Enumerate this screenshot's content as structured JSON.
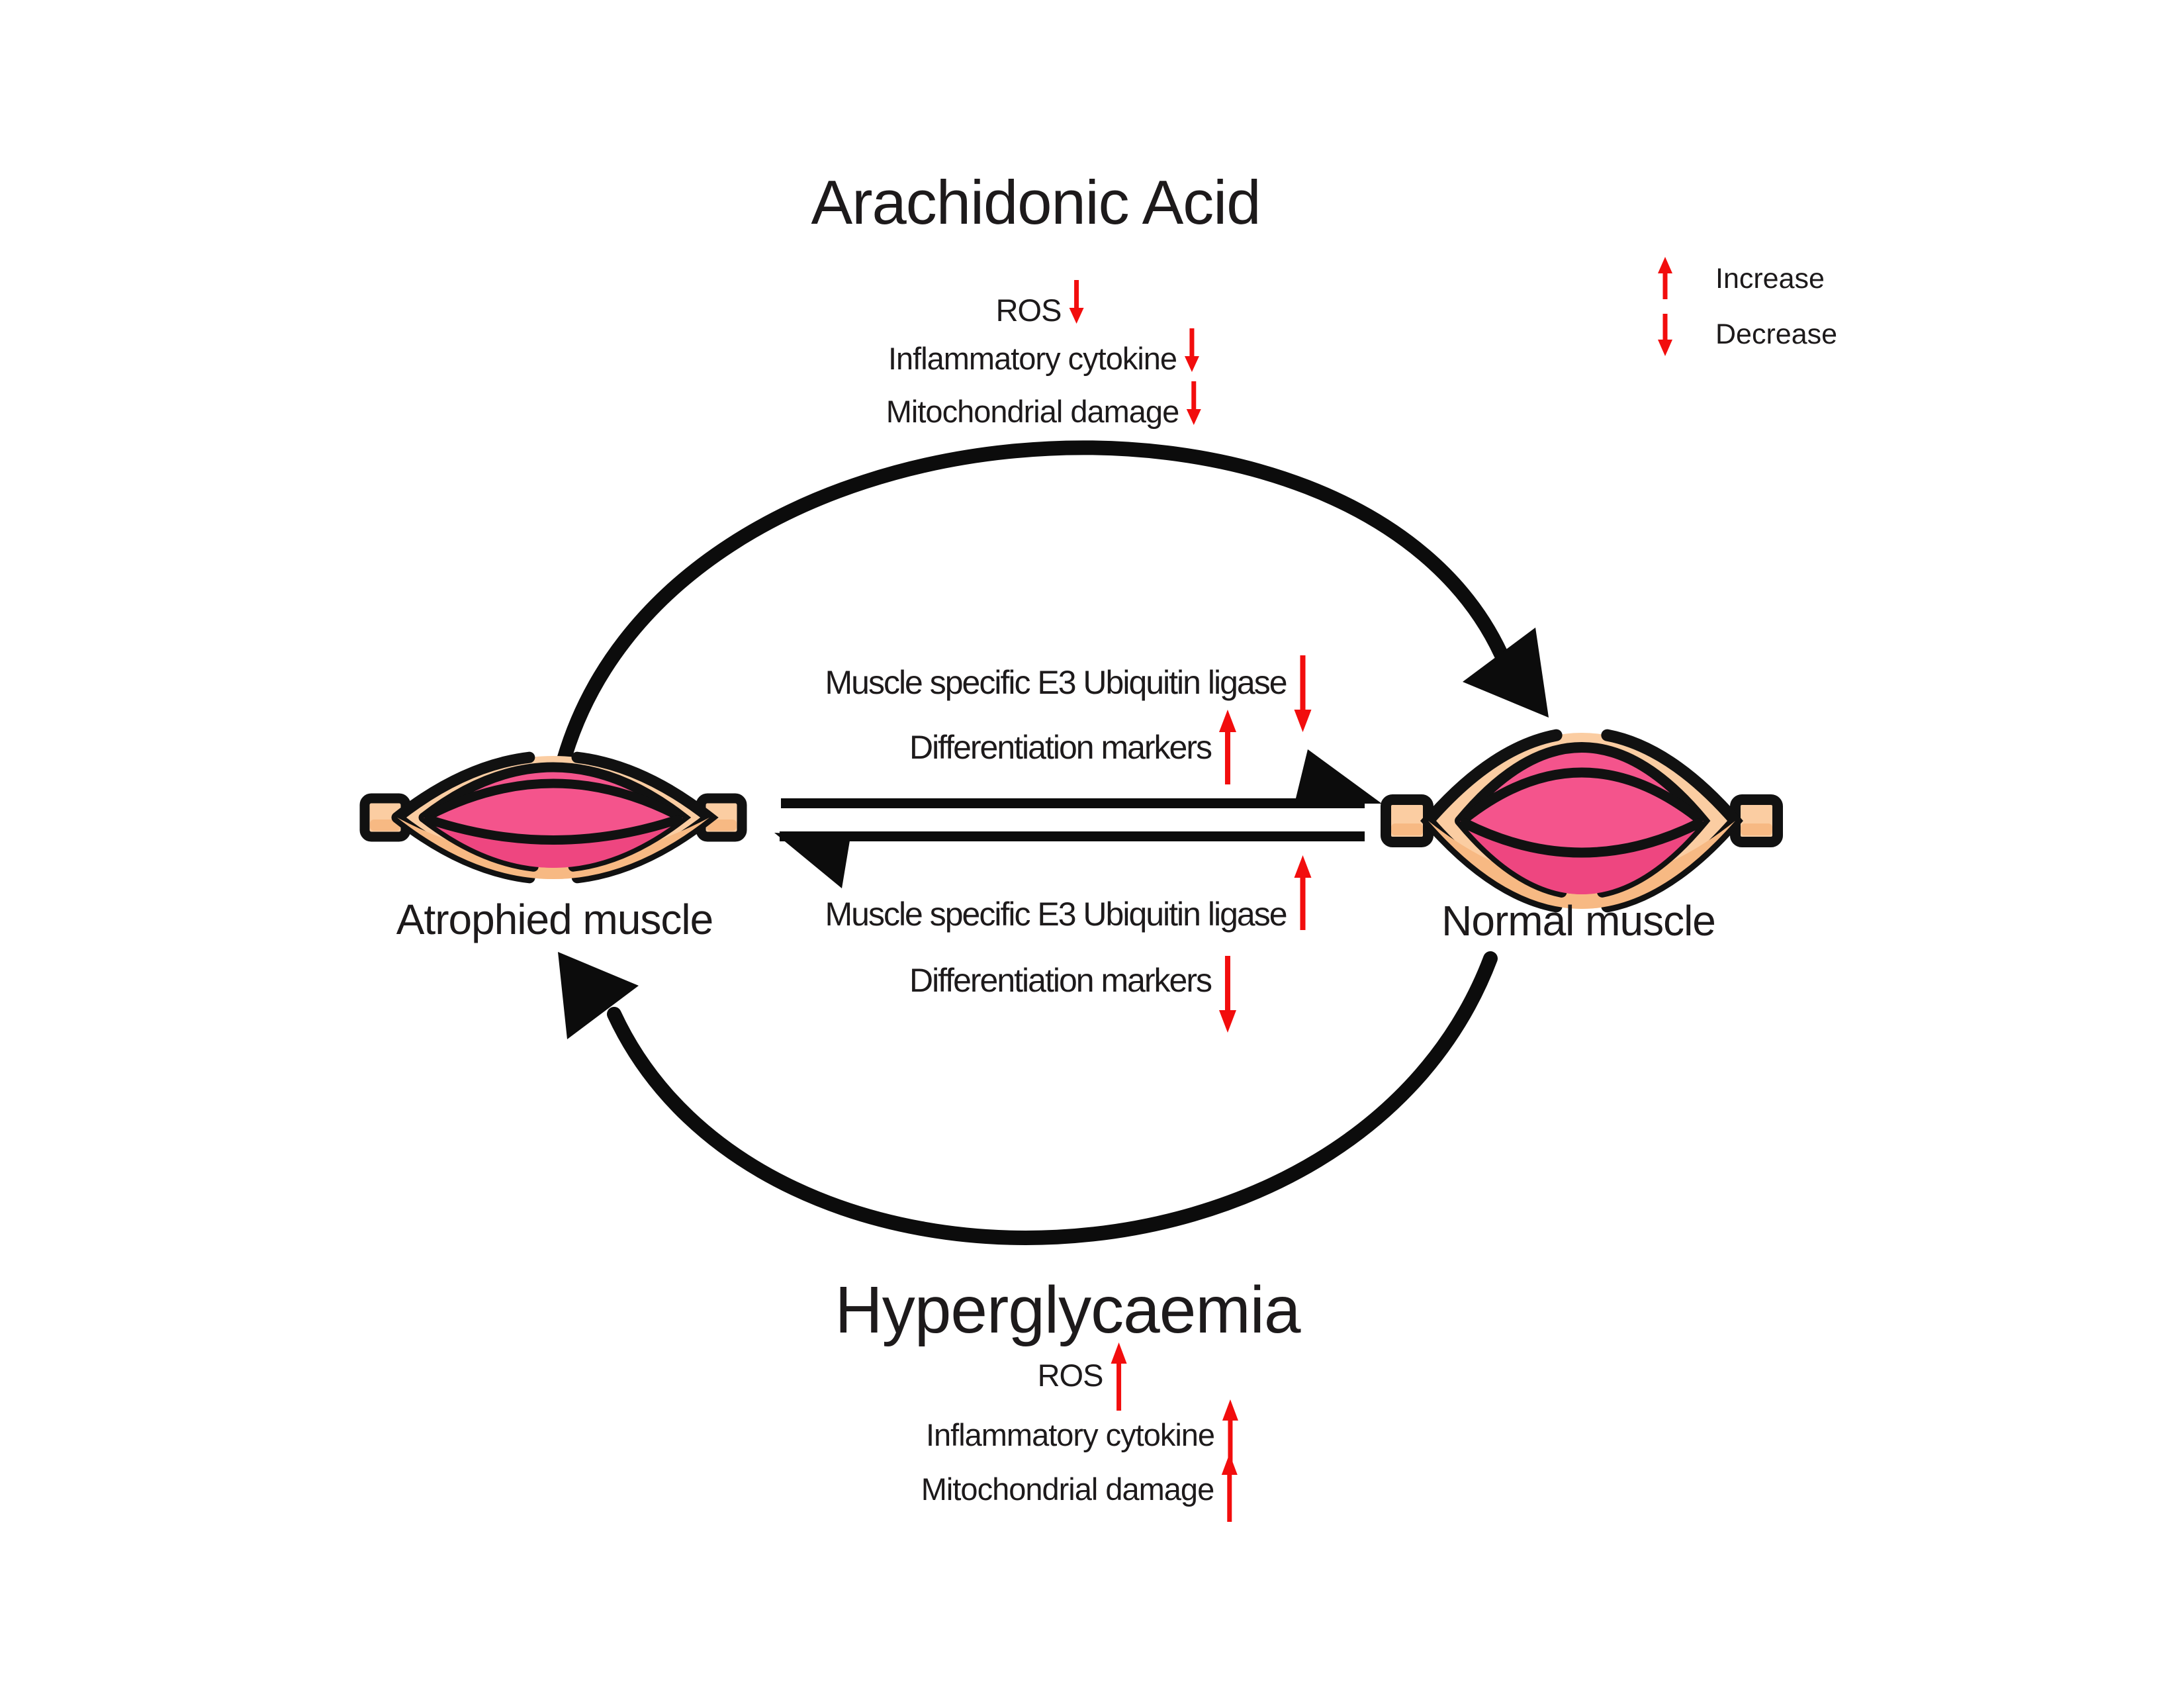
{
  "diagram": {
    "top_title": "Arachidonic Acid",
    "bottom_title": "Hyperglycaemia",
    "left_node_label": "Atrophied muscle",
    "right_node_label": "Normal muscle"
  },
  "legend": {
    "increase_label": "Increase",
    "decrease_label": "Decrease"
  },
  "arachidonic_effects": [
    {
      "label": "ROS",
      "direction": "decrease"
    },
    {
      "label": "Inflammatory cytokine",
      "direction": "decrease"
    },
    {
      "label": "Mitochondrial damage",
      "direction": "decrease"
    }
  ],
  "hyperglycaemia_effects": [
    {
      "label": "ROS",
      "direction": "increase"
    },
    {
      "label": "Inflammatory cytokine",
      "direction": "increase"
    },
    {
      "label": "Mitochondrial damage",
      "direction": "increase"
    }
  ],
  "forward_pathway": {
    "arrow_points_to": "Normal muscle",
    "lines": [
      {
        "label": "Muscle specific E3 Ubiquitin ligase",
        "direction": "decrease"
      },
      {
        "label": "Differentiation markers",
        "direction": "increase"
      }
    ]
  },
  "reverse_pathway": {
    "arrow_points_to": "Atrophied muscle",
    "lines": [
      {
        "label": "Muscle specific E3 Ubiquitin ligase",
        "direction": "increase"
      },
      {
        "label": "Differentiation markers",
        "direction": "decrease"
      }
    ]
  },
  "colors": {
    "arrow_red": "#f20d0d",
    "diagram_black": "#0c0c0c",
    "muscle_outline": "#111111",
    "muscle_peach": "#fbcda2",
    "muscle_peach_shade": "#f7b983",
    "muscle_pink": "#f4548c",
    "muscle_pink_dark": "#ee4680"
  }
}
